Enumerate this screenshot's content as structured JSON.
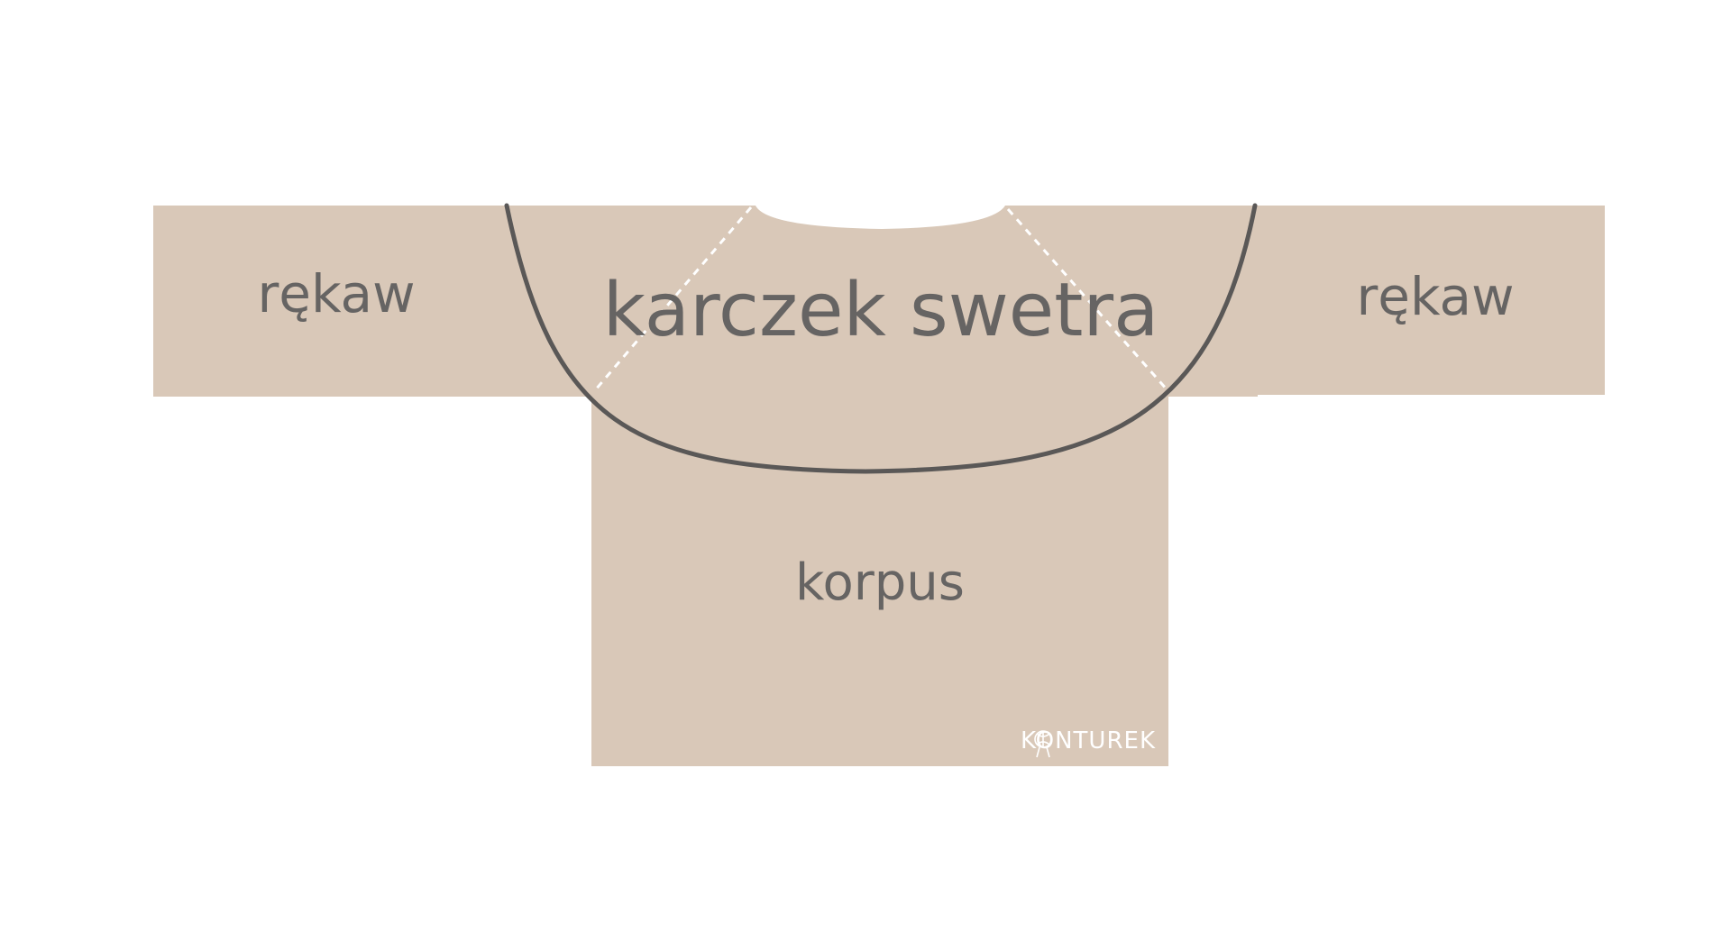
{
  "diagram": {
    "labels": {
      "left_sleeve": "rękaw",
      "right_sleeve": "rękaw",
      "yoke": "karczek swetra",
      "body": "korpus"
    },
    "logo": {
      "text": "KONTUREK"
    },
    "colors": {
      "fabric": "#d9c8b8",
      "text": "#666463",
      "yoke_outline": "#5a5857",
      "raglan_dashes": "#ffffff",
      "background": "#ffffff"
    }
  }
}
